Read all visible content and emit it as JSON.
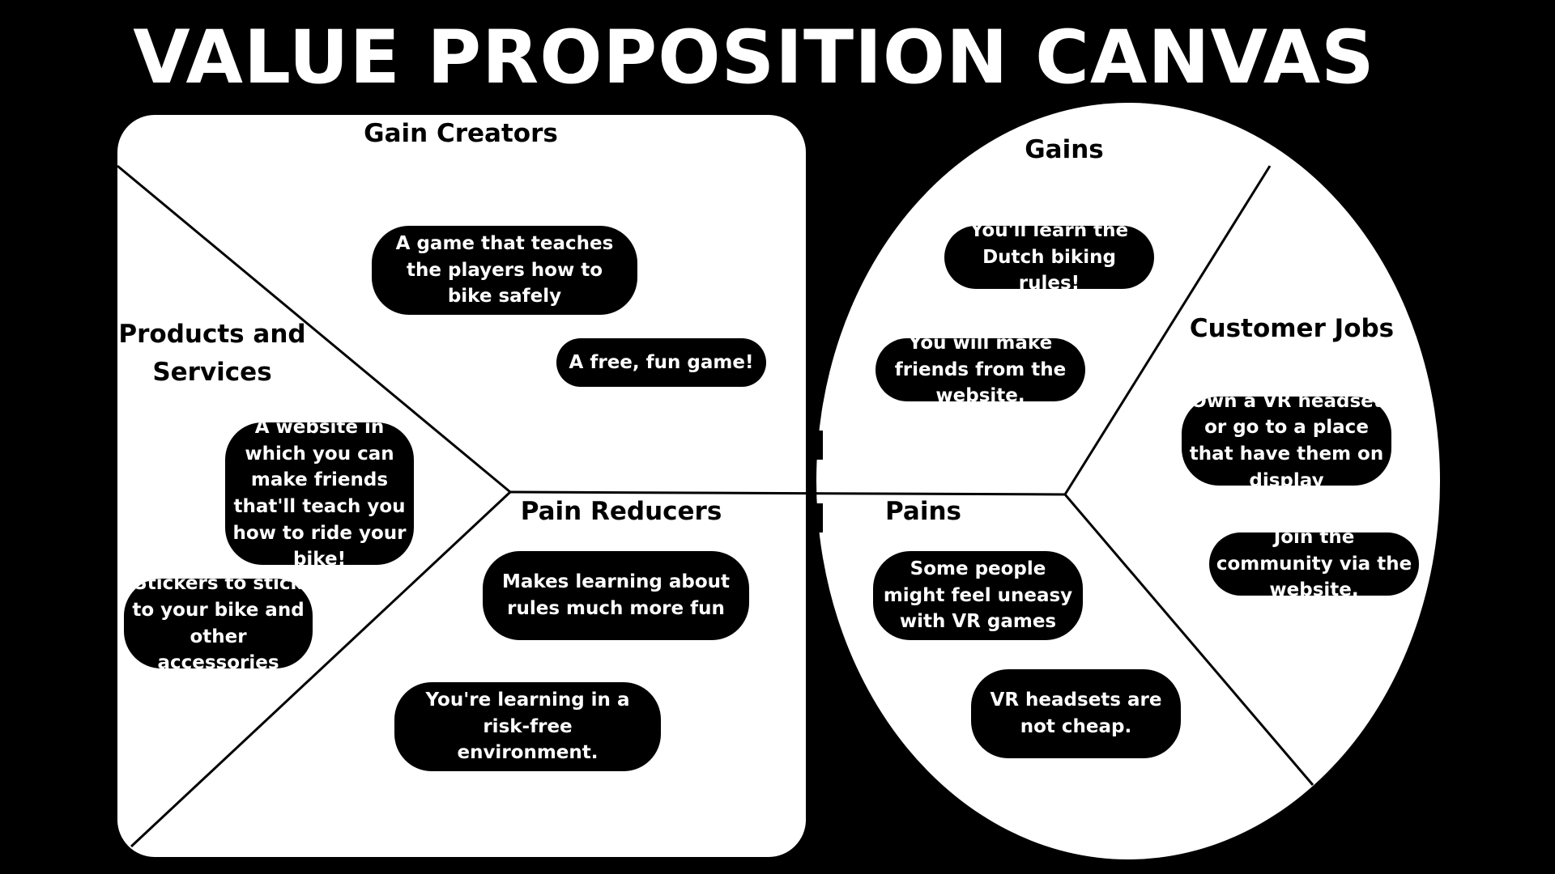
{
  "title": "VALUE PROPOSITION CANVAS",
  "colors": {
    "background": "#000000",
    "shape_fill": "#ffffff",
    "bubble_fill": "#000000",
    "bubble_text": "#ffffff",
    "heading_text": "#000000"
  },
  "value_map": {
    "gain_creators": {
      "heading": "Gain Creators",
      "items": [
        "A game that teaches the players how to bike safely",
        "A free, fun game!"
      ]
    },
    "products_and_services": {
      "heading": "Products and Services",
      "items": [
        "A website in which you can make friends that'll teach you how to ride your bike!",
        "Stickers to stick to your bike and other accessories"
      ]
    },
    "pain_relievers": {
      "heading": "Pain Reducers",
      "items": [
        "Makes learning about rules much more fun",
        "You're learning in a risk-free environment."
      ]
    }
  },
  "customer_profile": {
    "gains": {
      "heading": "Gains",
      "items": [
        "You'll learn the Dutch biking rules!",
        "You will make friends from the website."
      ]
    },
    "customer_jobs": {
      "heading": "Customer Jobs",
      "items": [
        "Own a VR headset or go to a place that have them on display",
        "Join the community via the website."
      ]
    },
    "pains": {
      "heading": "Pains",
      "items": [
        "Some people might feel uneasy with VR games",
        "VR headsets are not cheap."
      ]
    }
  }
}
